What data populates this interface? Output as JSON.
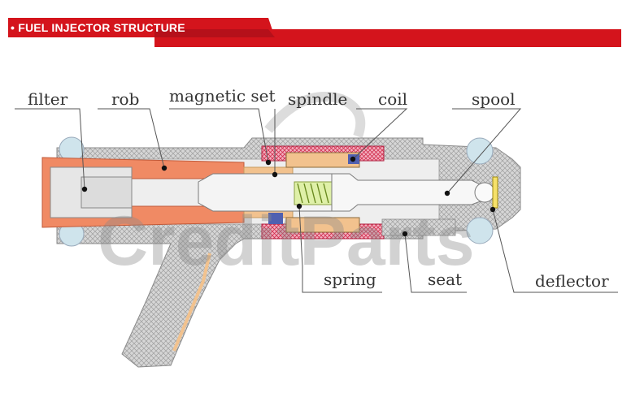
{
  "banner": {
    "title": "FUEL INJECTOR STRUCTURE",
    "bullet": "•"
  },
  "watermark": {
    "text": "CreditParts"
  },
  "labels": {
    "filter": "filter",
    "rob": "rob",
    "magnetic_set": "magnetic set",
    "spindle": "spindle",
    "coil": "coil",
    "spool": "spool",
    "spring": "spring",
    "seat": "seat",
    "deflector": "deflector"
  },
  "colors": {
    "banner_red": "#d4141c",
    "banner_dark": "#9c0d12",
    "body_gray": "#cfcfcf",
    "rod_orange": "#f08a64",
    "magnetic_pink": "#e05c7a",
    "spring_green": "#b8d84a",
    "seal_blue": "#cfe4ec",
    "tan": "#f2c28e"
  }
}
